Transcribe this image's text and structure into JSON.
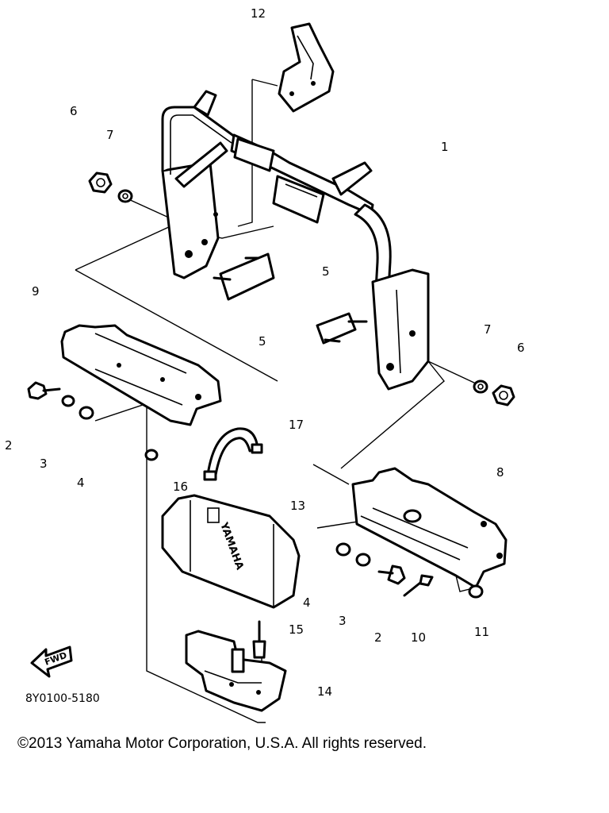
{
  "callouts": {
    "c1": "1",
    "c2a": "2",
    "c2b": "2",
    "c3a": "3",
    "c3b": "3",
    "c4a": "4",
    "c4b": "4",
    "c5a": "5",
    "c5b": "5",
    "c6a": "6",
    "c6b": "6",
    "c7a": "7",
    "c7b": "7",
    "c8": "8",
    "c9": "9",
    "c10": "10",
    "c11": "11",
    "c12": "12",
    "c13": "13",
    "c14": "14",
    "c15": "15",
    "c16": "16",
    "c17": "17"
  },
  "fwd_label": "FWD",
  "brand_mark": "YAMAHA",
  "drawing_code": "8Y0100-5180",
  "copyright": "©2013 Yamaha Motor Corporation, U.S.A. All rights reserved."
}
